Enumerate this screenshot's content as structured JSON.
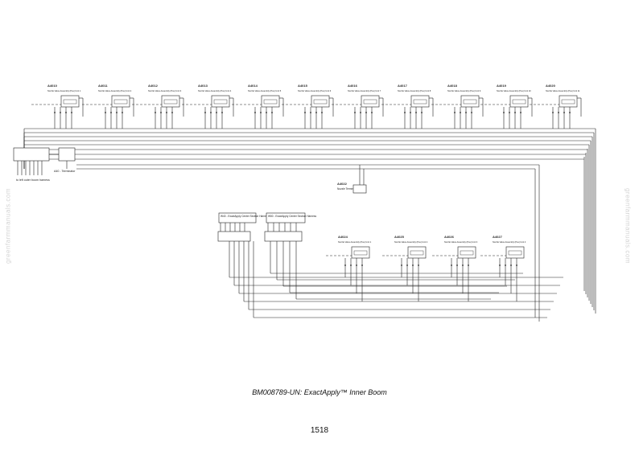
{
  "page": {
    "caption": "BM008789-UN: ExactApply™ Inner Boom",
    "page_number": "1518",
    "watermark": "greenfarmmanuals.com"
  },
  "diagram": {
    "top_nozzles": [
      {
        "id": "A4010",
        "desc": "Nozzle Valve Assembly (Pos) Unit 1"
      },
      {
        "id": "A4011",
        "desc": "Nozzle Valve Assembly (Pos) Unit 2"
      },
      {
        "id": "A4012",
        "desc": "Nozzle Valve Assembly (Pos) Unit 3"
      },
      {
        "id": "A4013",
        "desc": "Nozzle Valve Assembly (Pos) Unit 4"
      },
      {
        "id": "A4014",
        "desc": "Nozzle Valve Assembly (Pos) Unit 5"
      },
      {
        "id": "A4015",
        "desc": "Nozzle Valve Assembly (Pos) Unit 6"
      },
      {
        "id": "A4016",
        "desc": "Nozzle Valve Assembly (Pos) Unit 7"
      },
      {
        "id": "A4017",
        "desc": "Nozzle Valve Assembly (Pos) Unit 8"
      },
      {
        "id": "A4018",
        "desc": "Nozzle Valve Assembly (Pos) Unit 9"
      },
      {
        "id": "A4019",
        "desc": "Nozzle Valve Assembly (Pos) Unit 10"
      },
      {
        "id": "A4020",
        "desc": "Nozzle Valve Assembly (Pos) Unit 11"
      }
    ],
    "bottom_nozzles": [
      {
        "id": "A4024",
        "desc": "Nozzle Valve Assembly (Pos) Unit 1"
      },
      {
        "id": "A4025",
        "desc": "Nozzle Valve Assembly (Pos) Unit 2"
      },
      {
        "id": "A4026",
        "desc": "Nozzle Valve Assembly (Pos) Unit 3"
      },
      {
        "id": "A4027",
        "desc": "Nozzle Valve Assembly (Pos) Unit 4"
      }
    ],
    "mid_device": {
      "id": "A4022",
      "desc": "Nozzle Terminator"
    },
    "left_label_lower": "to left outer boom harness",
    "left_label_upper": "A40 - Terminator",
    "connector_left_label": "W40 - ExactApply Center Section Harness",
    "connector_right_label": "W50 - ExactApply Center Section Harness"
  }
}
